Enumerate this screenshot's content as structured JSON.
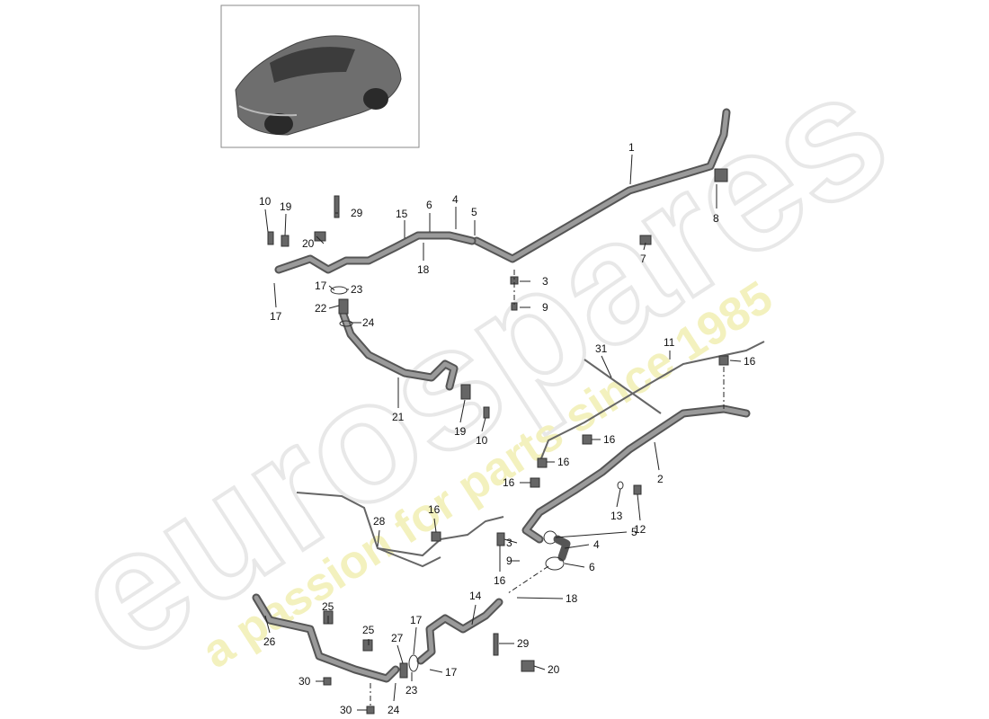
{
  "watermark": {
    "brand": "eurospares",
    "tagline": "a passion for parts since 1985"
  },
  "callouts": [
    {
      "id": "c1",
      "text": "1"
    },
    {
      "id": "c8",
      "text": "8"
    },
    {
      "id": "c7",
      "text": "7"
    },
    {
      "id": "c3a",
      "text": "3"
    },
    {
      "id": "c9a",
      "text": "9"
    },
    {
      "id": "c29a",
      "text": "29"
    },
    {
      "id": "c15",
      "text": "15"
    },
    {
      "id": "c6a",
      "text": "6"
    },
    {
      "id": "c4a",
      "text": "4"
    },
    {
      "id": "c5a",
      "text": "5"
    },
    {
      "id": "c10a",
      "text": "10"
    },
    {
      "id": "c19a",
      "text": "19"
    },
    {
      "id": "c20a",
      "text": "20"
    },
    {
      "id": "c18a",
      "text": "18"
    },
    {
      "id": "c17a",
      "text": "17"
    },
    {
      "id": "c23a",
      "text": "23"
    },
    {
      "id": "c17b",
      "text": "17"
    },
    {
      "id": "c22",
      "text": "22"
    },
    {
      "id": "c24a",
      "text": "24"
    },
    {
      "id": "c21",
      "text": "21"
    },
    {
      "id": "c19b",
      "text": "19"
    },
    {
      "id": "c10b",
      "text": "10"
    },
    {
      "id": "c31",
      "text": "31"
    },
    {
      "id": "c11",
      "text": "11"
    },
    {
      "id": "c16a",
      "text": "16"
    },
    {
      "id": "c16b",
      "text": "16"
    },
    {
      "id": "c2",
      "text": "2"
    },
    {
      "id": "c16c",
      "text": "16"
    },
    {
      "id": "c16d",
      "text": "16"
    },
    {
      "id": "c13",
      "text": "13"
    },
    {
      "id": "c12",
      "text": "12"
    },
    {
      "id": "c28",
      "text": "28"
    },
    {
      "id": "c16e",
      "text": "16"
    },
    {
      "id": "c5b",
      "text": "5"
    },
    {
      "id": "c3b",
      "text": "3"
    },
    {
      "id": "c4b",
      "text": "4"
    },
    {
      "id": "c9b",
      "text": "9"
    },
    {
      "id": "c6b",
      "text": "6"
    },
    {
      "id": "c16f",
      "text": "16"
    },
    {
      "id": "c14",
      "text": "14"
    },
    {
      "id": "c18b",
      "text": "18"
    },
    {
      "id": "c25a",
      "text": "25"
    },
    {
      "id": "c26",
      "text": "26"
    },
    {
      "id": "c25b",
      "text": "25"
    },
    {
      "id": "c17c",
      "text": "17"
    },
    {
      "id": "c27",
      "text": "27"
    },
    {
      "id": "c29b",
      "text": "29"
    },
    {
      "id": "c17d",
      "text": "17"
    },
    {
      "id": "c20b",
      "text": "20"
    },
    {
      "id": "c23b",
      "text": "23"
    },
    {
      "id": "c30a",
      "text": "30"
    },
    {
      "id": "c30b",
      "text": "30"
    },
    {
      "id": "c24b",
      "text": "24"
    }
  ]
}
